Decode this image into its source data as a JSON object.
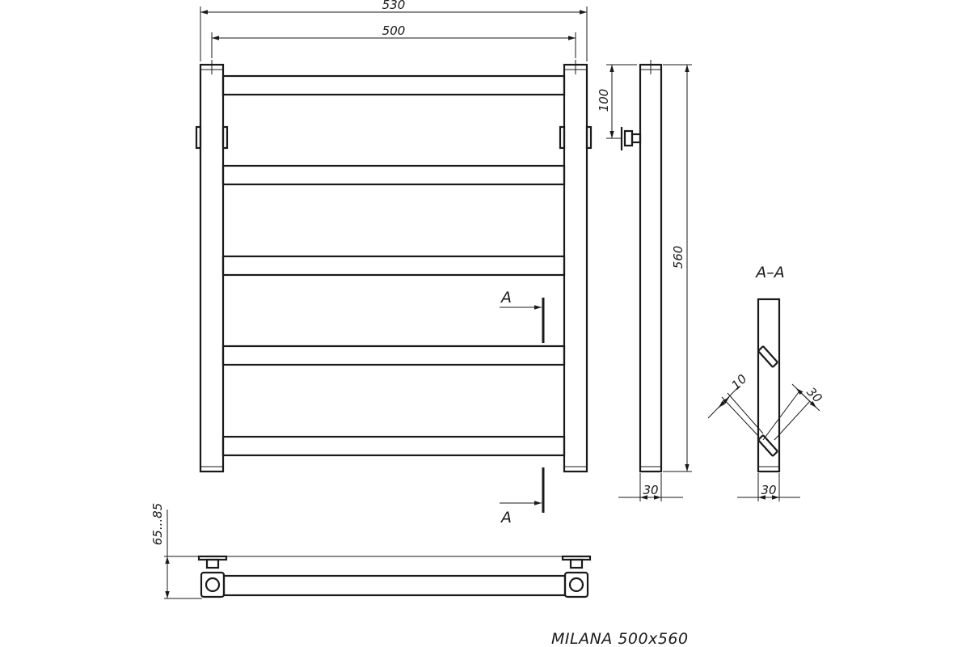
{
  "title": "MILANA 500x560",
  "front_view": {
    "dim_overall_width": "530",
    "dim_inner_width": "500",
    "rung_count": 5,
    "section_label_top": "A",
    "section_label_bottom": "A"
  },
  "side_view": {
    "dim_top_offset": "100",
    "dim_height": "560",
    "dim_depth": "30"
  },
  "section_view": {
    "label": "A–A",
    "dim_rung_thickness": "10",
    "dim_rung_width": "30",
    "dim_depth": "30"
  },
  "bottom_view": {
    "dim_wall_distance": "65...85"
  }
}
